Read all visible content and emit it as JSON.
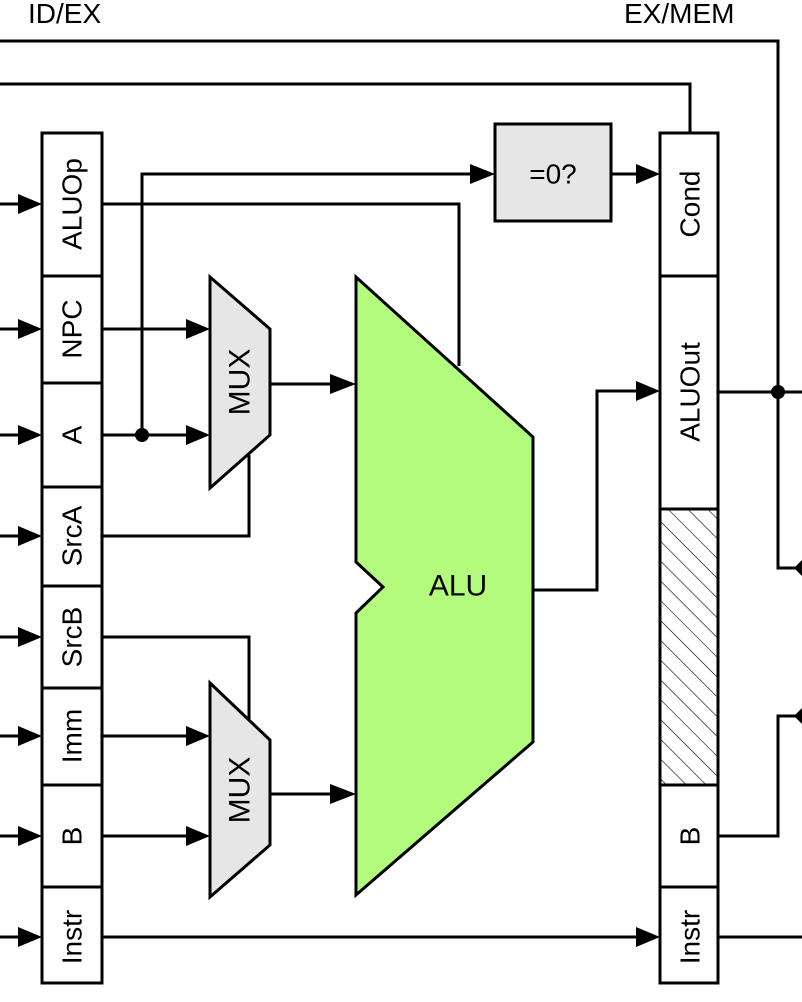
{
  "header": {
    "left_label": "ID/EX",
    "right_label": "EX/MEM"
  },
  "id_ex_fields": [
    {
      "key": "aluop",
      "label": "ALUOp"
    },
    {
      "key": "npc",
      "label": "NPC"
    },
    {
      "key": "a",
      "label": "A"
    },
    {
      "key": "srca",
      "label": "SrcA"
    },
    {
      "key": "srcb",
      "label": "SrcB"
    },
    {
      "key": "imm",
      "label": "Imm"
    },
    {
      "key": "b",
      "label": "B"
    },
    {
      "key": "instr",
      "label": "Instr"
    }
  ],
  "ex_mem_fields": [
    {
      "key": "cond",
      "label": "Cond"
    },
    {
      "key": "aluout",
      "label": "ALUOut"
    },
    {
      "key": "b",
      "label": "B"
    },
    {
      "key": "instr",
      "label": "Instr"
    }
  ],
  "blocks": {
    "mux_top_label": "MUX",
    "mux_bottom_label": "MUX",
    "alu_label": "ALU",
    "zero_test_label": "=0?"
  },
  "colors": {
    "alu_fill": "#b2fb7c",
    "mux_fill": "#e6e6e6",
    "zero_box_fill": "#e6e6e6",
    "wire": "#000000"
  }
}
